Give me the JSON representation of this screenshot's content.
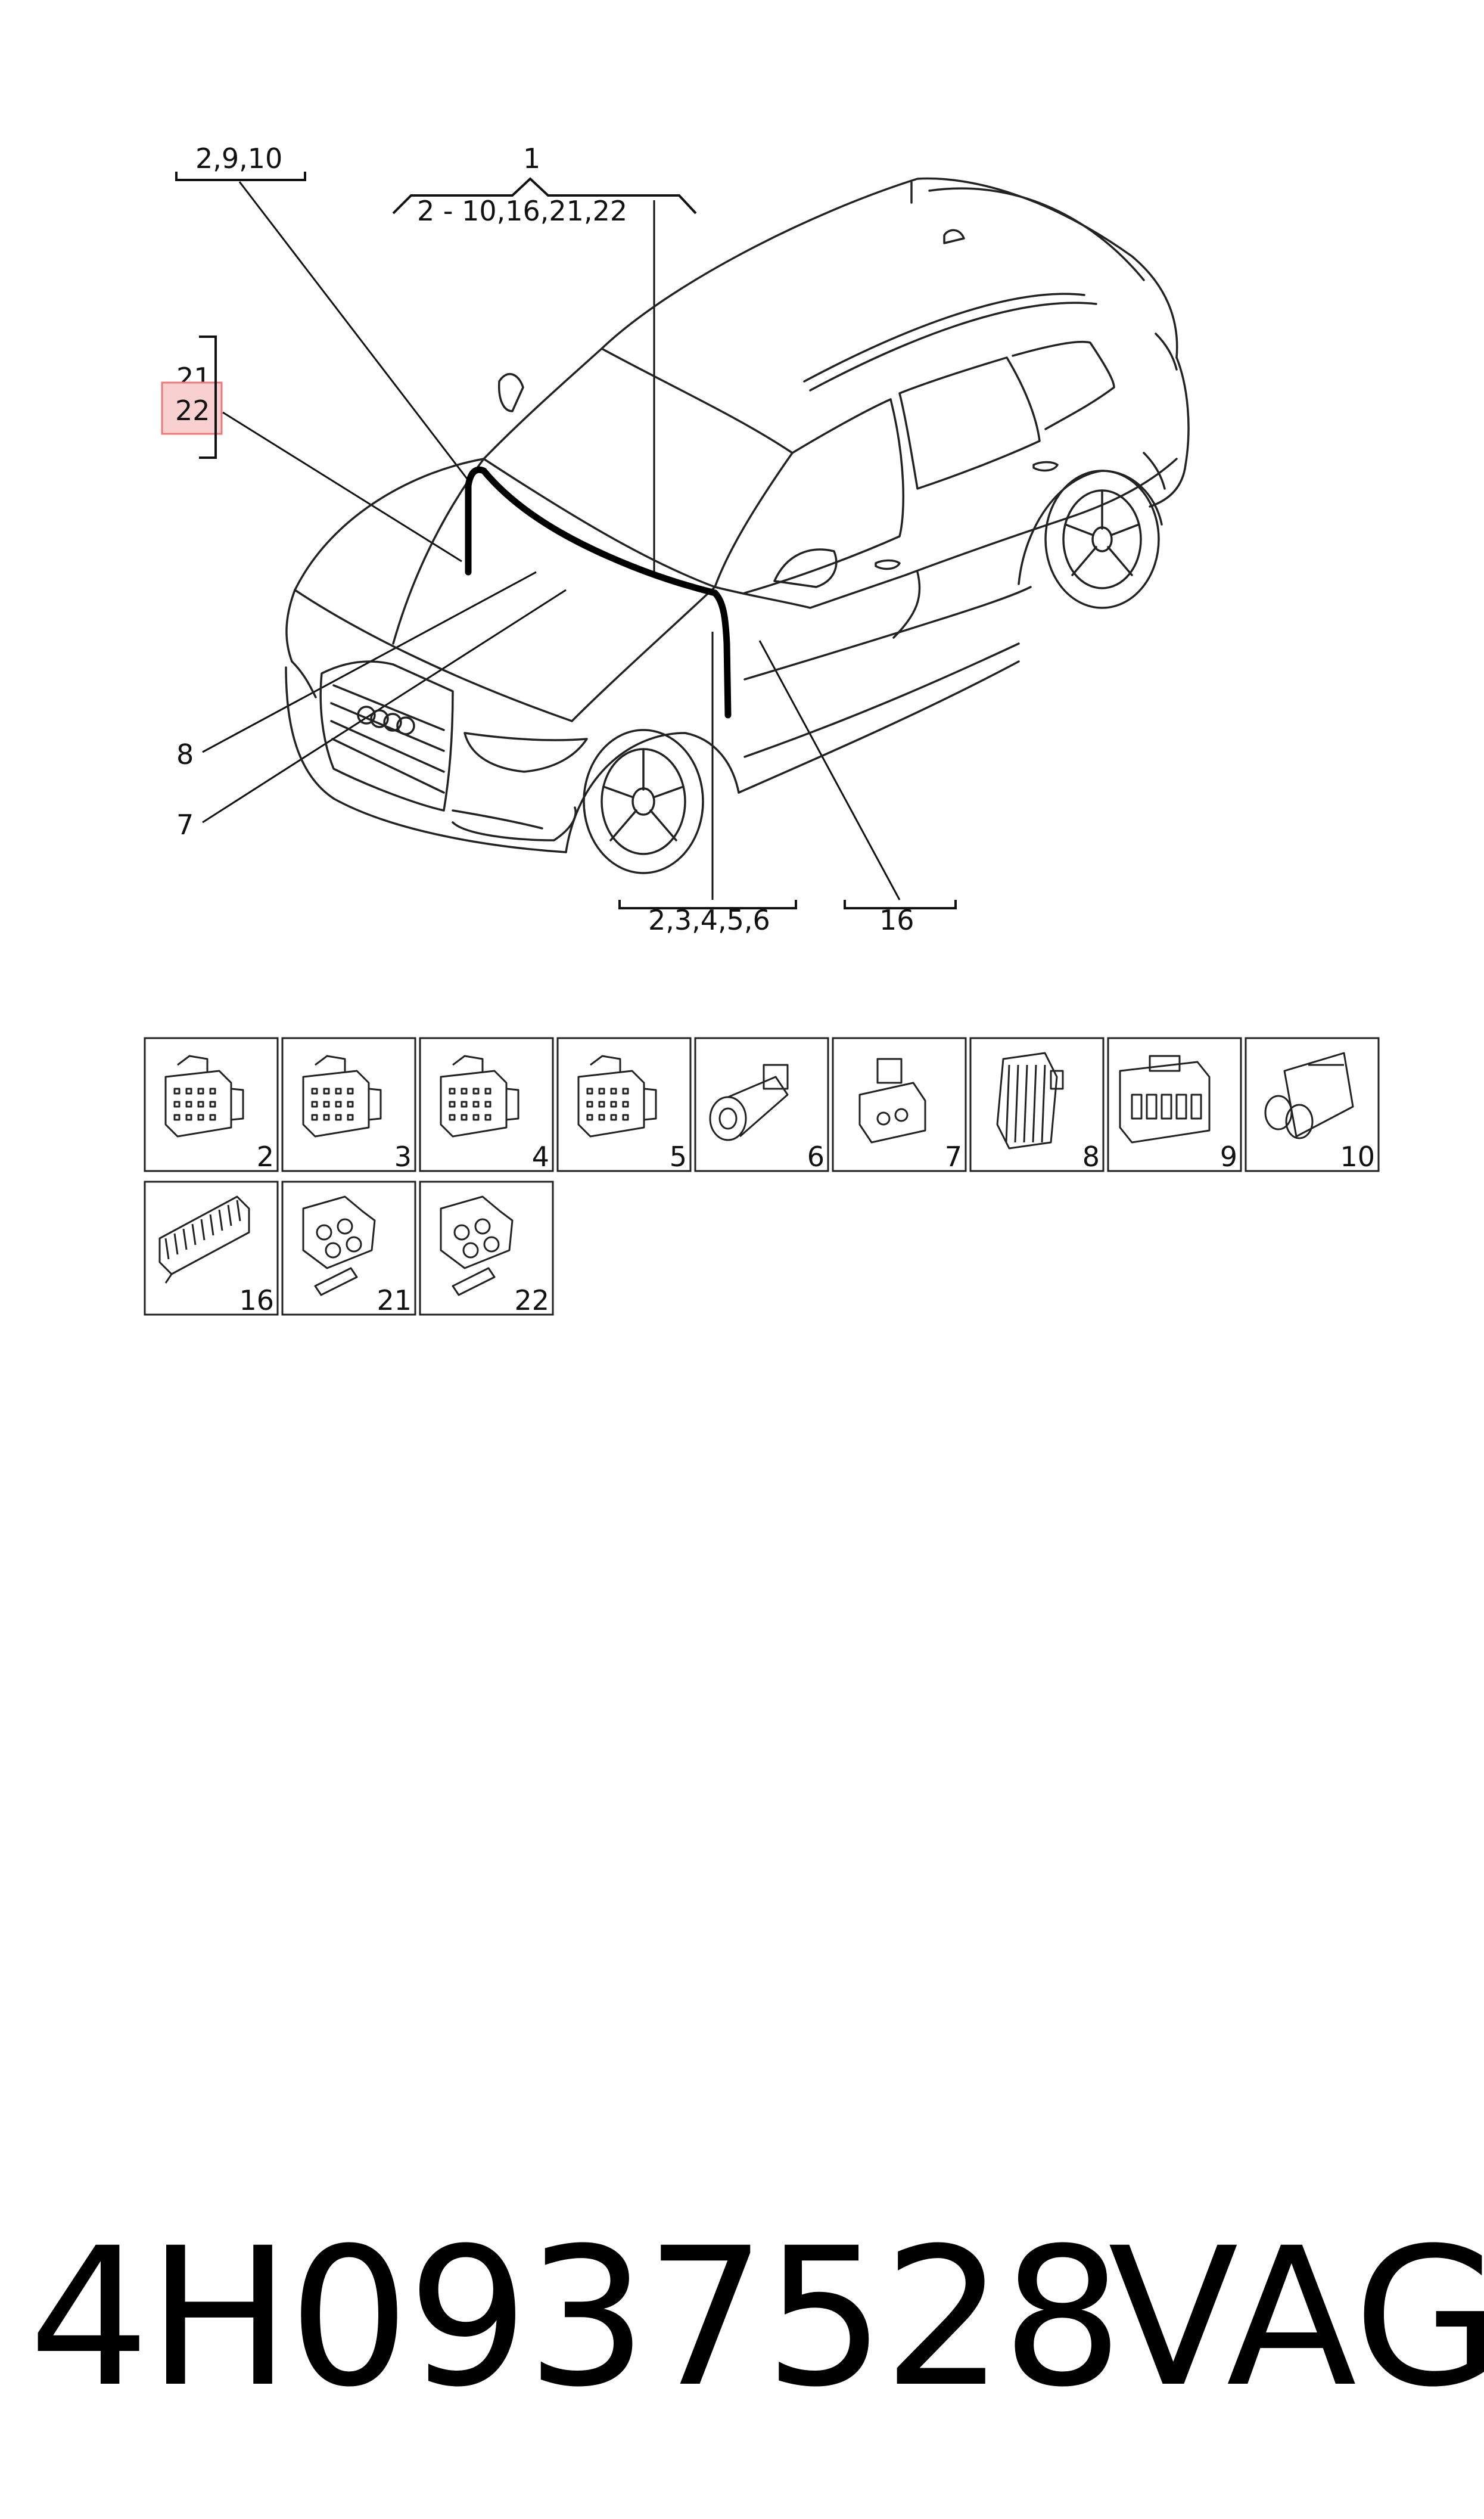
{
  "callouts": {
    "top_left": "2,9,10",
    "top_main": "1",
    "top_main_range": "2 - 10,16,21,22",
    "left_top": "21",
    "left_highlight": "22",
    "left_8": "8",
    "left_7": "7",
    "bottom_mid": "2,3,4,5,6",
    "bottom_right": "16"
  },
  "highlight_color": "#f5b3b3",
  "connectors": [
    {
      "number": "2",
      "icon": "multi-pin-connector-icon"
    },
    {
      "number": "3",
      "icon": "multi-pin-connector-icon"
    },
    {
      "number": "4",
      "icon": "multi-pin-connector-icon"
    },
    {
      "number": "5",
      "icon": "multi-pin-connector-icon"
    },
    {
      "number": "6",
      "icon": "round-connector-icon"
    },
    {
      "number": "7",
      "icon": "flat-connector-icon"
    },
    {
      "number": "8",
      "icon": "terminal-block-icon"
    },
    {
      "number": "9",
      "icon": "housing-connector-icon"
    },
    {
      "number": "10",
      "icon": "twin-plug-connector-icon"
    },
    {
      "number": "16",
      "icon": "strip-connector-icon"
    },
    {
      "number": "21",
      "icon": "bracket-connector-icon"
    },
    {
      "number": "22",
      "icon": "bracket-connector-icon"
    }
  ],
  "footer": {
    "part_number": "4H0937528",
    "brand": "VAG"
  }
}
